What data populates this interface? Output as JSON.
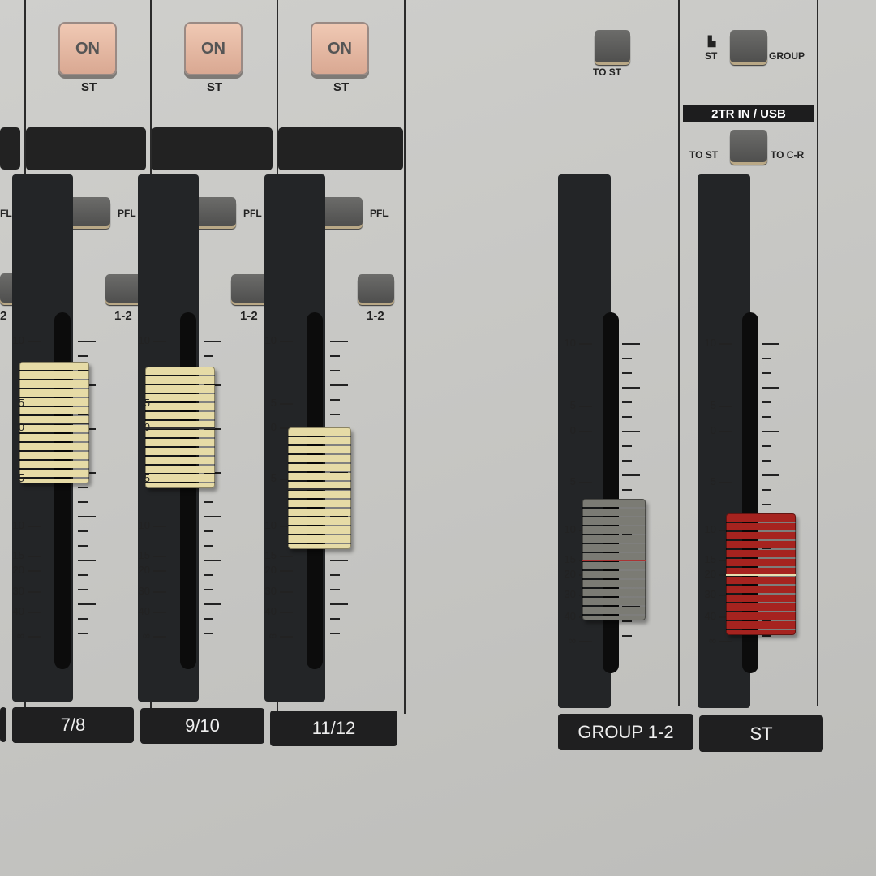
{
  "channels": [
    {
      "name": "7/8",
      "on_label": "ON",
      "assign_label": "ST",
      "pfl_label": "PFL",
      "bus_label": "1-2",
      "fader_db": 1,
      "cap_color": "#e6dba6"
    },
    {
      "name": "9/10",
      "on_label": "ON",
      "assign_label": "ST",
      "pfl_label": "PFL",
      "bus_label": "1-2",
      "fader_db": 0,
      "cap_color": "#e6dba6"
    },
    {
      "name": "11/12",
      "on_label": "ON",
      "assign_label": "ST",
      "pfl_label": "PFL",
      "bus_label": "1-2",
      "fader_db": -6,
      "cap_color": "#e6dba6"
    }
  ],
  "left_partial": {
    "pfl_label": "FL",
    "bus_label": "2"
  },
  "group": {
    "name": "GROUP 1-2",
    "to_st_label": "TO ST",
    "fader_db": -15,
    "cap_color": "#7b7b74"
  },
  "stereo": {
    "name": "ST",
    "switch_left": "ST",
    "switch_right": "GROUP",
    "section_title": "2TR IN / USB",
    "usb_left": "TO ST",
    "usb_right": "TO C-R",
    "fader_db": -20,
    "cap_color": "#a6231f"
  },
  "scale_labels": [
    "10",
    "5",
    "0",
    "5",
    "10",
    "15",
    "20",
    "30",
    "40",
    "∞"
  ],
  "panel_color": "#c8c8c5"
}
